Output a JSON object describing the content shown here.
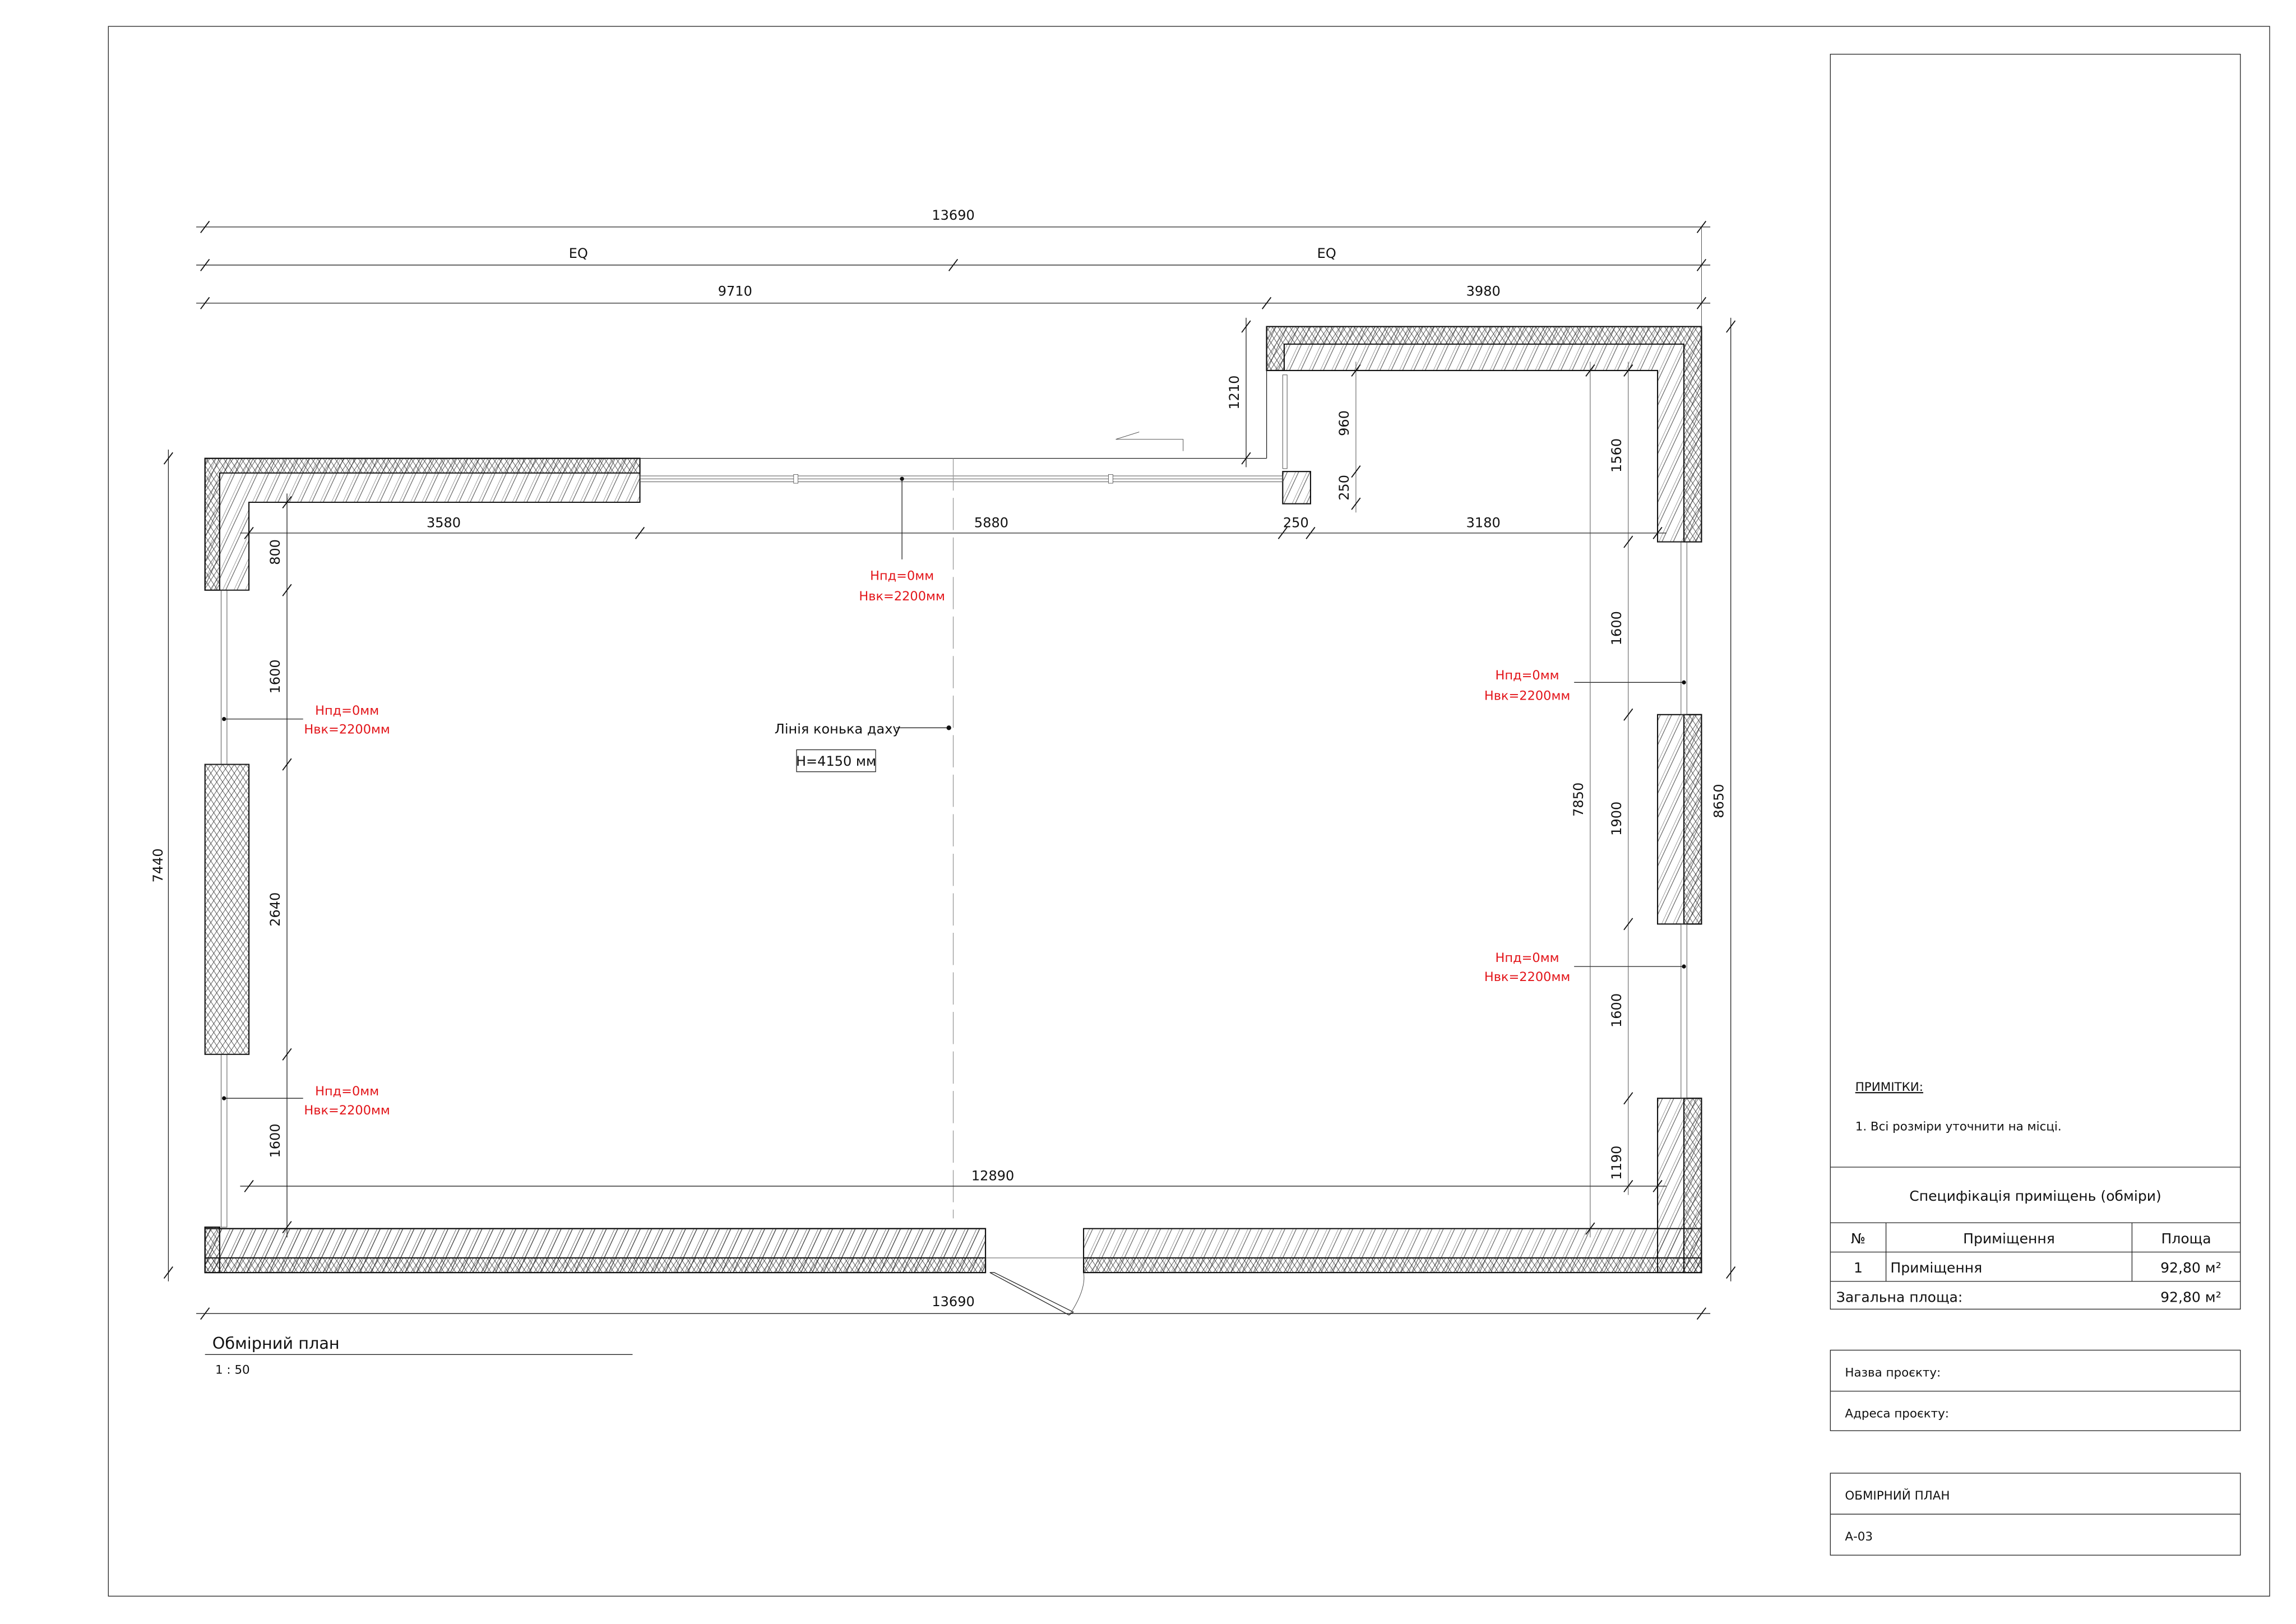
{
  "plan": {
    "title": "Обмірний план",
    "scale": "1 : 50",
    "ridge_label": "Лінія конька даху",
    "ridge_height": "H=4150 мм",
    "openings": [
      {
        "sill": "Hпд=0мм",
        "head": "Hвк=2200мм"
      },
      {
        "sill": "Hпд=0мм",
        "head": "Hвк=2200мм"
      },
      {
        "sill": "Hпд=0мм",
        "head": "Hвк=2200мм"
      },
      {
        "sill": "Hпд=0мм",
        "head": "Hвк=2200мм"
      },
      {
        "sill": "Hпд=0мм",
        "head": "Hвк=2200мм"
      }
    ],
    "dimensions": {
      "overall_top": "13690",
      "eq_left": "EQ",
      "eq_right": "EQ",
      "top_left": "9710",
      "top_right": "3980",
      "inner_a": "3580",
      "inner_b": "5880",
      "inner_c": "250",
      "inner_d": "3180",
      "left_a": "800",
      "left_b": "1600",
      "left_c": "2640",
      "left_d": "1600",
      "left_overall": "7440",
      "right_overall": "8650",
      "right_inner": "7850",
      "right_a": "1560",
      "right_b": "1600",
      "right_c": "1900",
      "right_d": "1600",
      "right_e": "1190",
      "niche_a": "960",
      "niche_b": "250",
      "step": "1210",
      "inner_width": "12890",
      "overall_bottom": "13690"
    }
  },
  "title_block": {
    "notes_heading": "ПРИМІТКИ:",
    "notes": [
      "1. Всі розміри уточнити на місці."
    ],
    "spec_title": "Специфікація приміщень (обміри)",
    "spec_headers": [
      "№",
      "Приміщення",
      "Площа"
    ],
    "spec_rows": [
      {
        "no": "1",
        "room": "Приміщення",
        "area": "92,80 м²"
      }
    ],
    "total_label": "Загальна площа:",
    "total_value": "92,80 м²",
    "project_name_label": "Назва проєкту:",
    "project_address_label": "Адреса проєкту:",
    "sheet_title": "ОБМІРНИЙ ПЛАН",
    "sheet_number": "А-03"
  },
  "colors": {
    "annotation": "#e3151a",
    "line": "#111111"
  }
}
